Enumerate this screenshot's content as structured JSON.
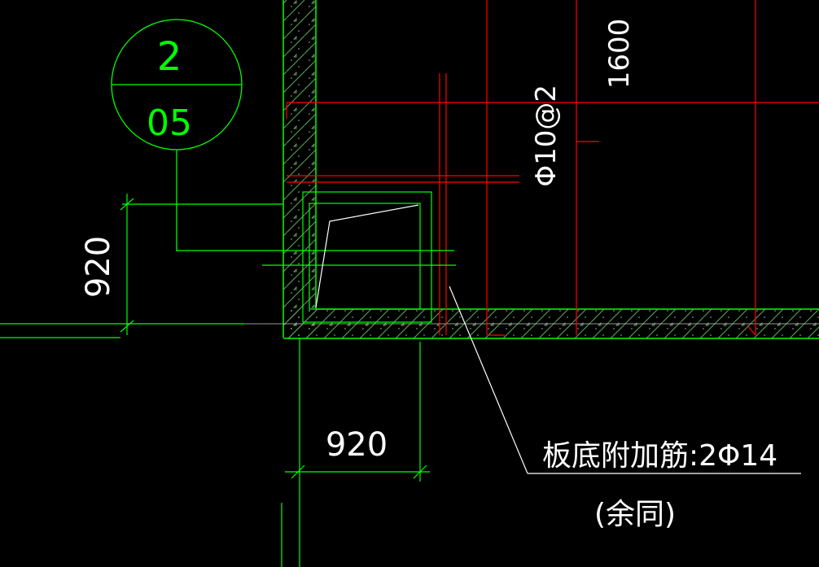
{
  "colors": {
    "background": "#000000",
    "green": "#00ff00",
    "red": "#ff0000",
    "white": "#ffffff",
    "hatch": "#5aaa5a"
  },
  "detail_symbol": {
    "detail_number": "2",
    "sheet_number": "05"
  },
  "dimensions": {
    "vertical": "920",
    "horizontal": "920"
  },
  "rebar_labels": {
    "spacing": "Φ10@2",
    "length": "1600"
  },
  "annotation": {
    "main": "板底附加筋:2Φ14",
    "note": "(余同)"
  }
}
